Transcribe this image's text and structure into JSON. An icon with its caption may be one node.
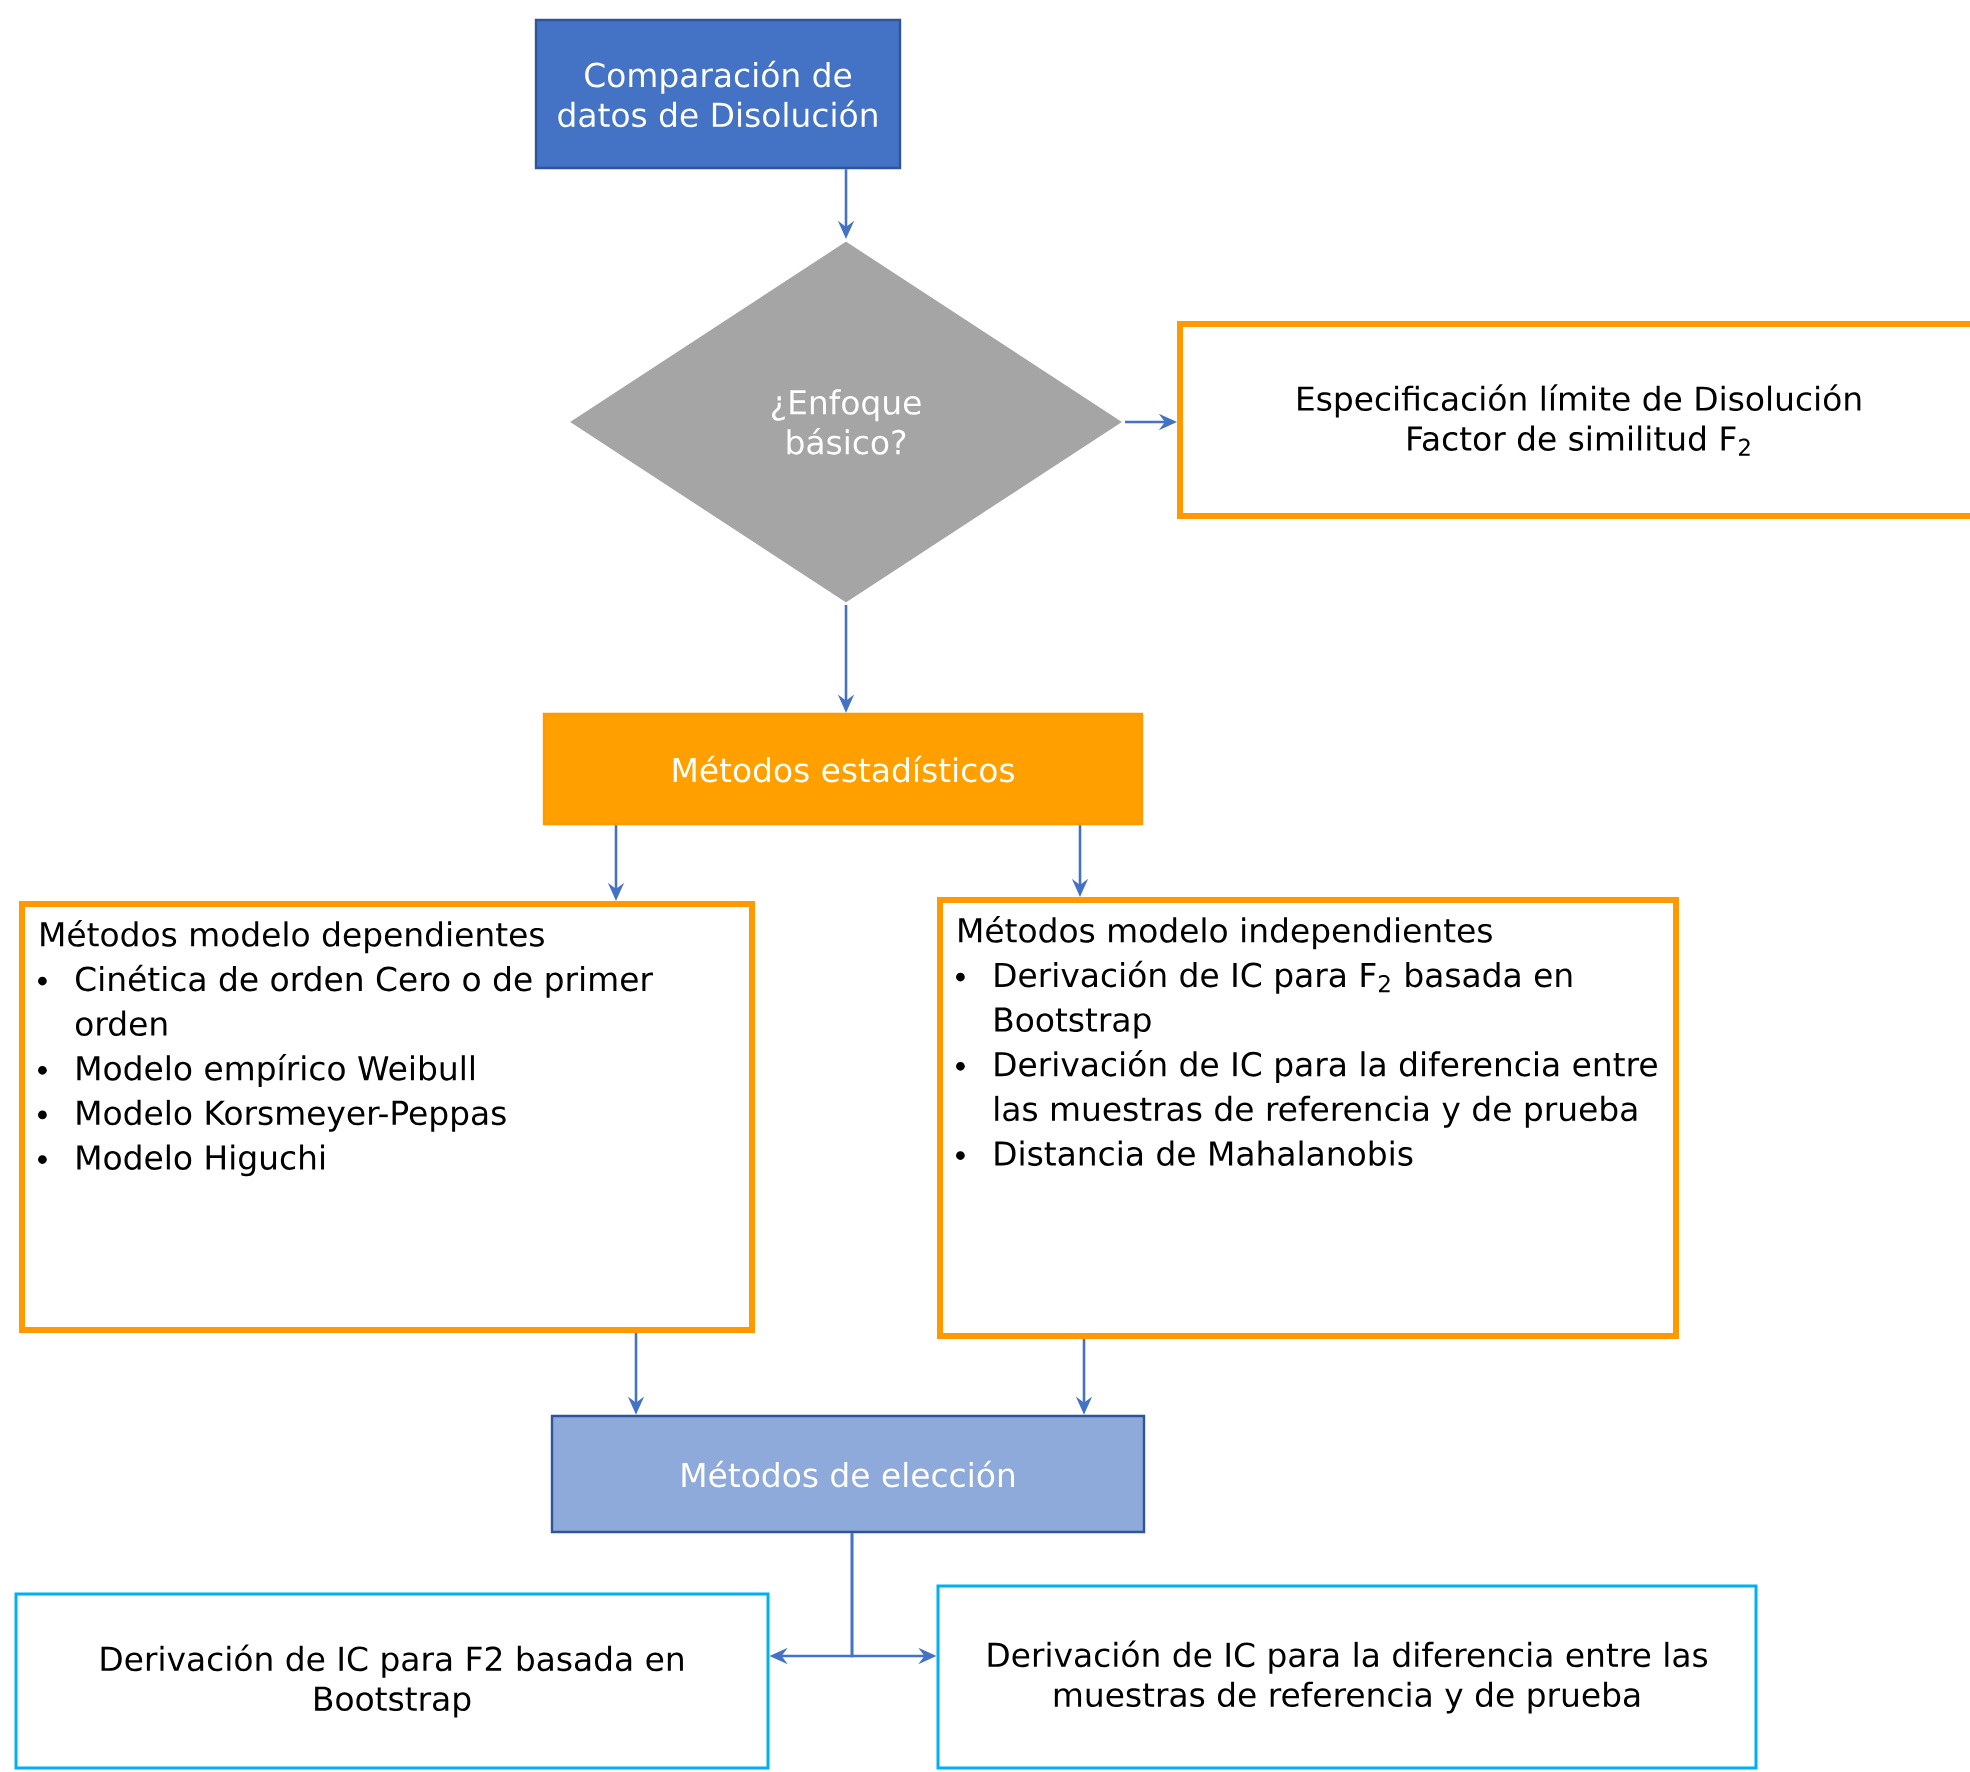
{
  "diagram": {
    "nodes": [
      {
        "text": [
          "Comparación de datos de Disolución"
        ]
      },
      {
        "text": [
          "¿Enfoque básico?"
        ]
      },
      {
        "text": [
          "Especificación límite de Disolución",
          "Factor de similitud F$_{2}$"
        ]
      },
      {
        "text": [
          "Métodos estadísticos"
        ]
      },
      {
        "text": [
          "Métodos modelo dependientes",
          "Cinética de orden Cero o de primer orden",
          "Modelo empírico Weibull",
          "Modelo Korsmeyer-Peppas",
          "Modelo Higuchi"
        ]
      },
      {
        "text": [
          "Métodos modelo independientes",
          "Derivación de IC para F$_{2}$ basada en Bootstrap",
          "Derivación de IC para la diferencia entre las muestras de referencia y de prueba",
          "Distancia de Mahalanobis"
        ]
      },
      {
        "text": [
          "Métodos de elección"
        ]
      },
      {
        "text": [
          "Derivación de IC para F2 basada en Bootstrap"
        ]
      },
      {
        "text": [
          "Derivación de IC para la diferencia entre las muestras de referencia y de prueba"
        ]
      }
    ],
    "edges": [
      {
        "from": 0,
        "to": 1,
        "arrow": "to"
      },
      {
        "from": 1,
        "to": 2,
        "arrow": "to"
      },
      {
        "from": 1,
        "to": 3,
        "arrow": "to"
      },
      {
        "from": 3,
        "to": 4,
        "arrow": "to"
      },
      {
        "from": 3,
        "to": 5,
        "arrow": "to"
      },
      {
        "from": 4,
        "to": 6,
        "arrow": "to"
      },
      {
        "from": 5,
        "to": 6,
        "arrow": "to"
      },
      {
        "from": 6,
        "to": 7,
        "arrow": "to"
      },
      {
        "from": 6,
        "to": 8,
        "arrow": "to"
      }
    ]
  }
}
